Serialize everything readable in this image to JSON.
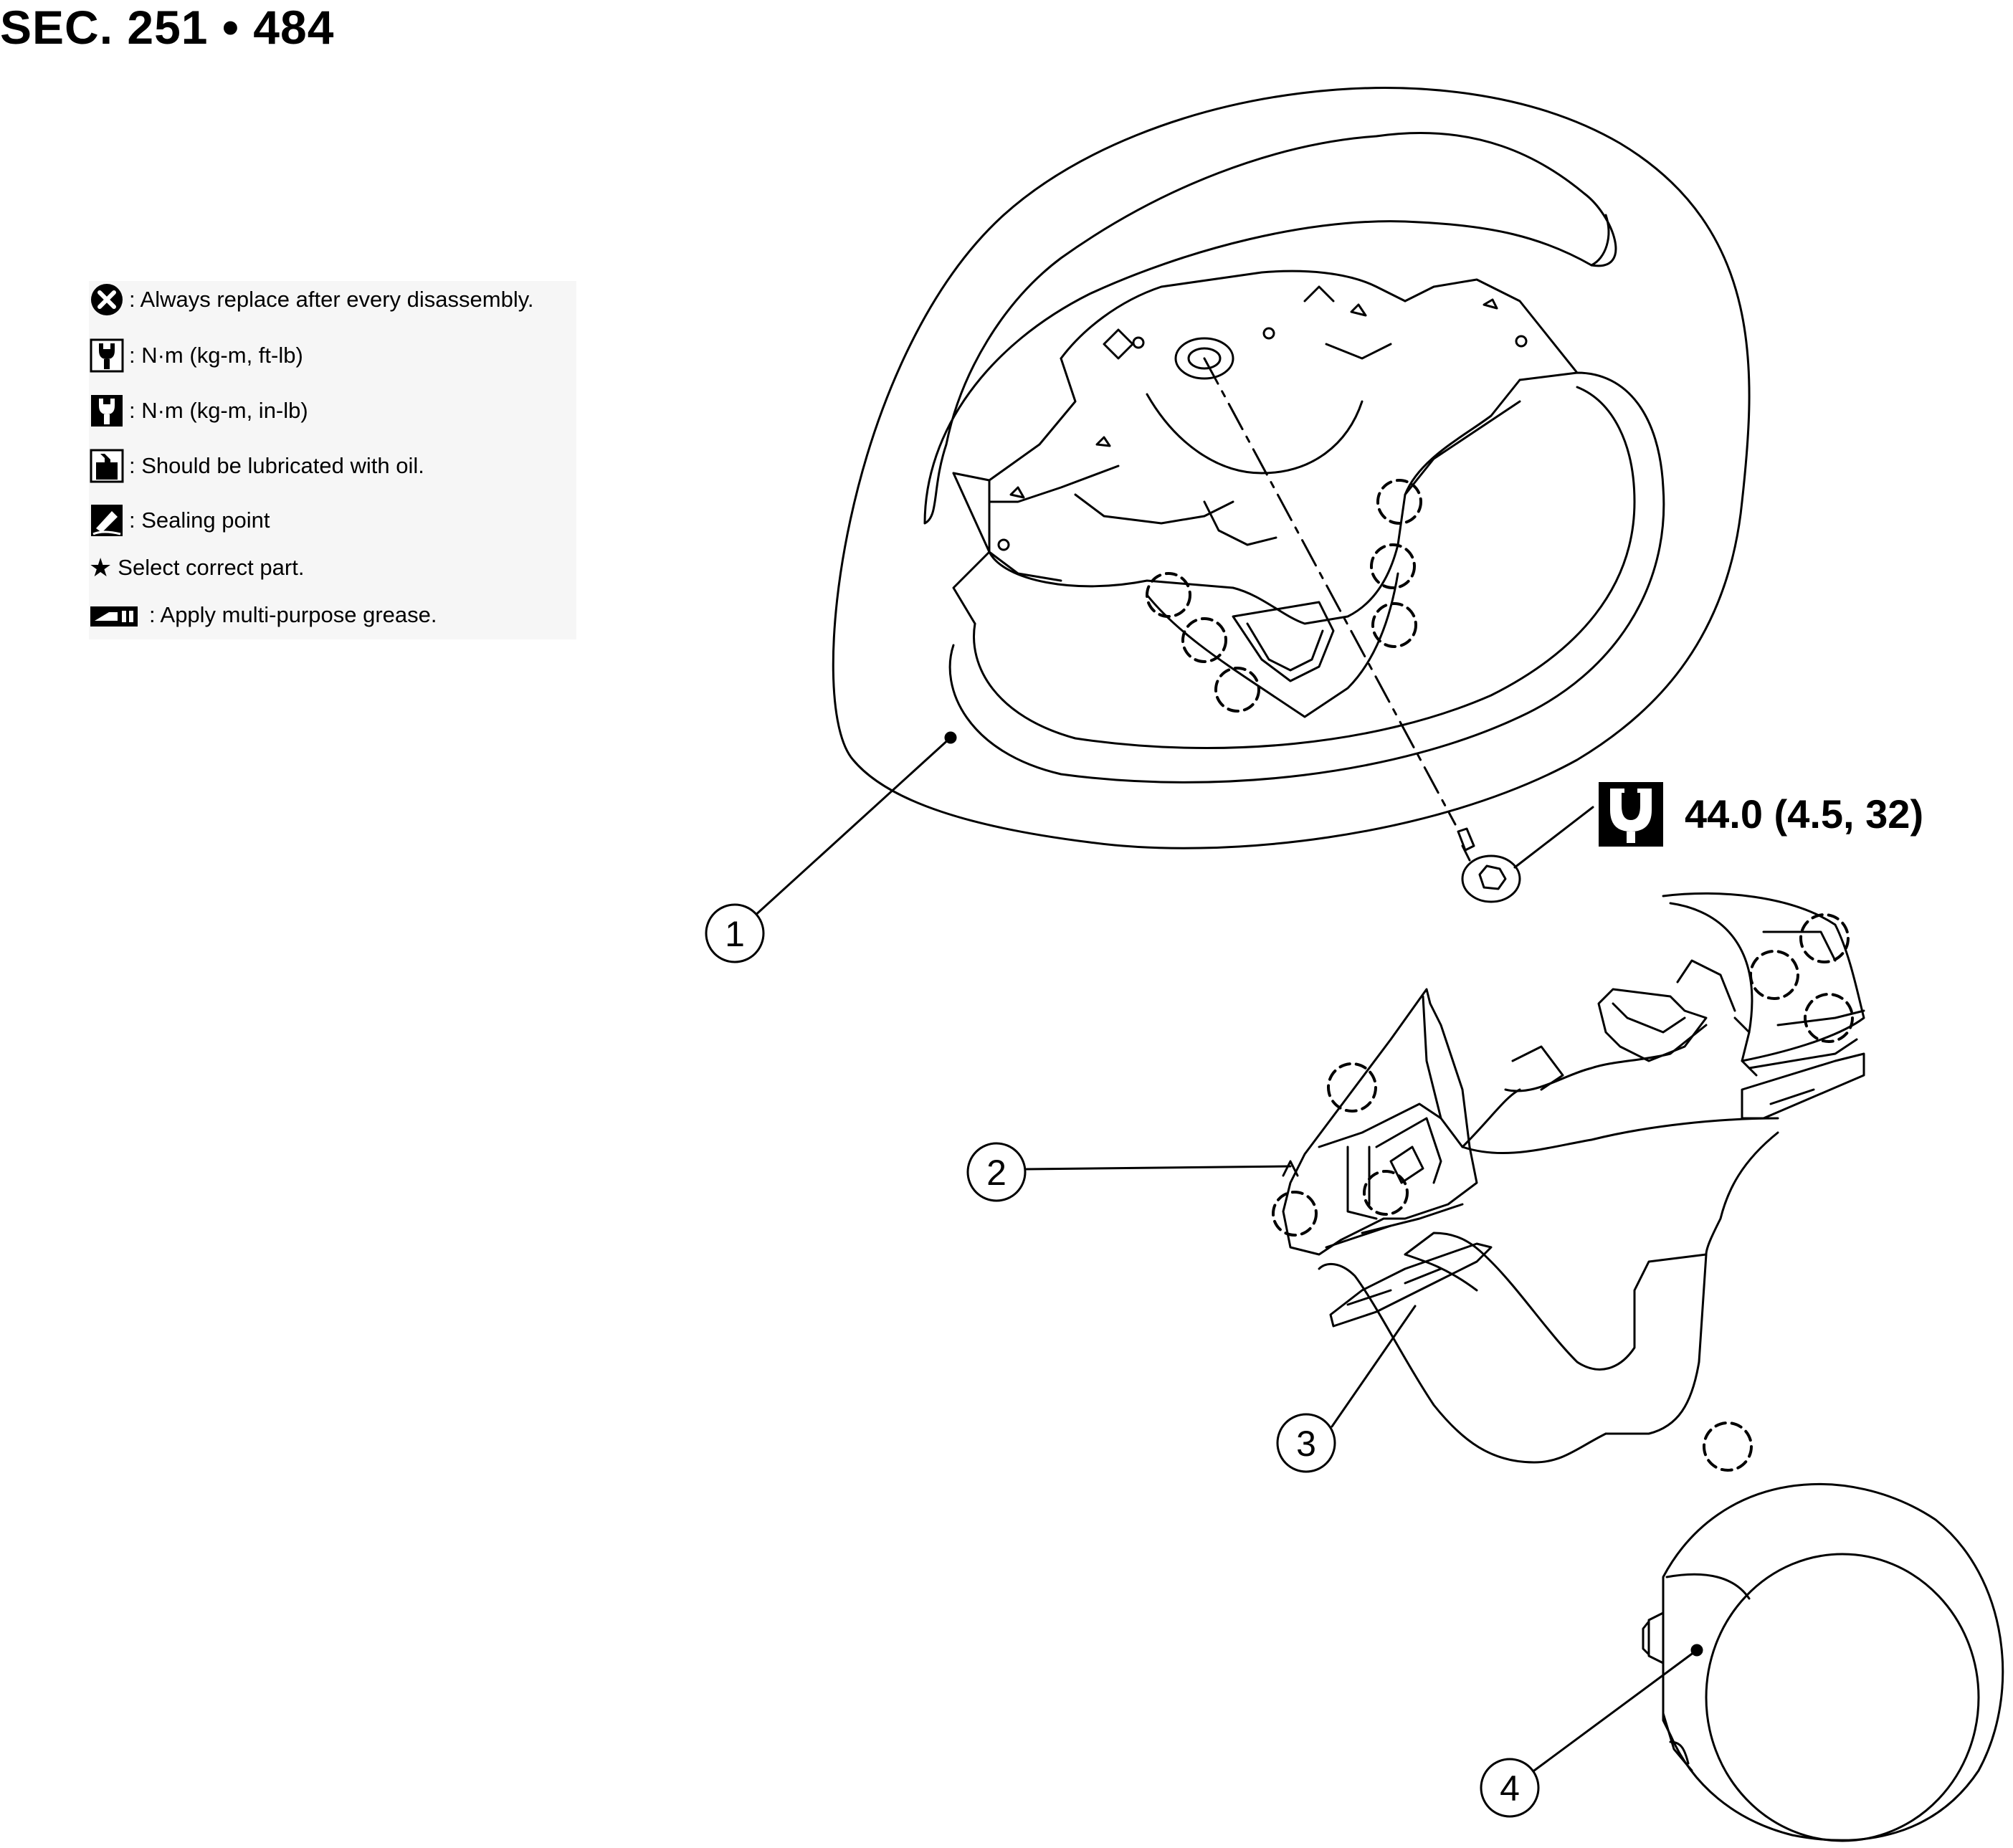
{
  "header": {
    "section": "SEC. 251 • 484"
  },
  "legend": {
    "items": [
      {
        "icon": "replace-x-icon",
        "text": ": Always replace after every disassembly."
      },
      {
        "icon": "torque-wrench-ftlb-icon",
        "text": ": N·m (kg-m, ft-lb)"
      },
      {
        "icon": "torque-wrench-inlb-icon",
        "text": ": N·m (kg-m, in-lb)"
      },
      {
        "icon": "oil-can-icon",
        "text": ": Should be lubricated with oil."
      },
      {
        "icon": "sealing-point-icon",
        "text": ": Sealing point"
      },
      {
        "icon": "star-icon",
        "text": "Select correct part."
      },
      {
        "icon": "grease-icon",
        "text": ": Apply multi-purpose grease."
      }
    ]
  },
  "torque": {
    "value": "44.0 (4.5, 32)",
    "icon": "torque-wrench-ftlb-icon"
  },
  "callouts": [
    "1",
    "2",
    "3",
    "4"
  ],
  "colors": {
    "ink": "#000000",
    "paper": "#ffffff",
    "legend_bg": "#f6f6f6"
  }
}
